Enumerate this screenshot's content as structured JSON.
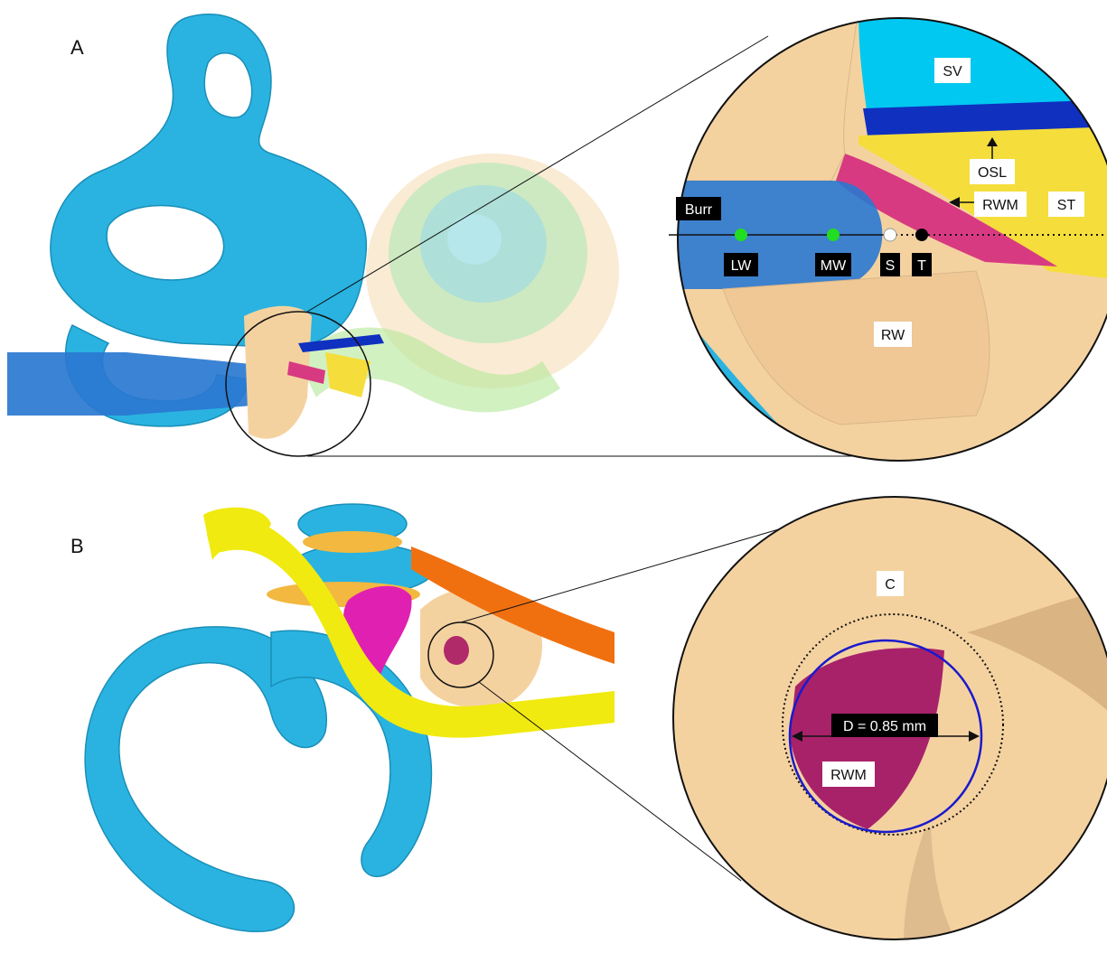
{
  "panels": {
    "A": {
      "letter": "A",
      "labels": {
        "sv": "SV",
        "osl": "OSL",
        "rwm": "RWM",
        "st": "ST",
        "burr": "Burr",
        "lw": "LW",
        "mw": "MW",
        "s": "S",
        "t": "T",
        "rw": "RW"
      }
    },
    "B": {
      "letter": "B",
      "labels": {
        "c": "C",
        "diameter": "D = 0.85 mm",
        "rwm": "RWM"
      }
    }
  },
  "colors": {
    "labyrinth": "#2ab3e0",
    "cochlea_bright": "#00c8f0",
    "osl": "#1030c0",
    "rwm": "#d83a82",
    "scala_tympani": "#f5dd3c",
    "bone": "#f4d2a0",
    "burr": "#2a78d0",
    "marker_green": "#22dd22",
    "marker_white": "#ffffff",
    "marker_black": "#000000",
    "facial_nerve": "#f0ea10",
    "chorda": "#f07010",
    "ossicle": "#e020b0",
    "tegmen": "#f2b840",
    "circle_outline": "#1a1acc"
  }
}
